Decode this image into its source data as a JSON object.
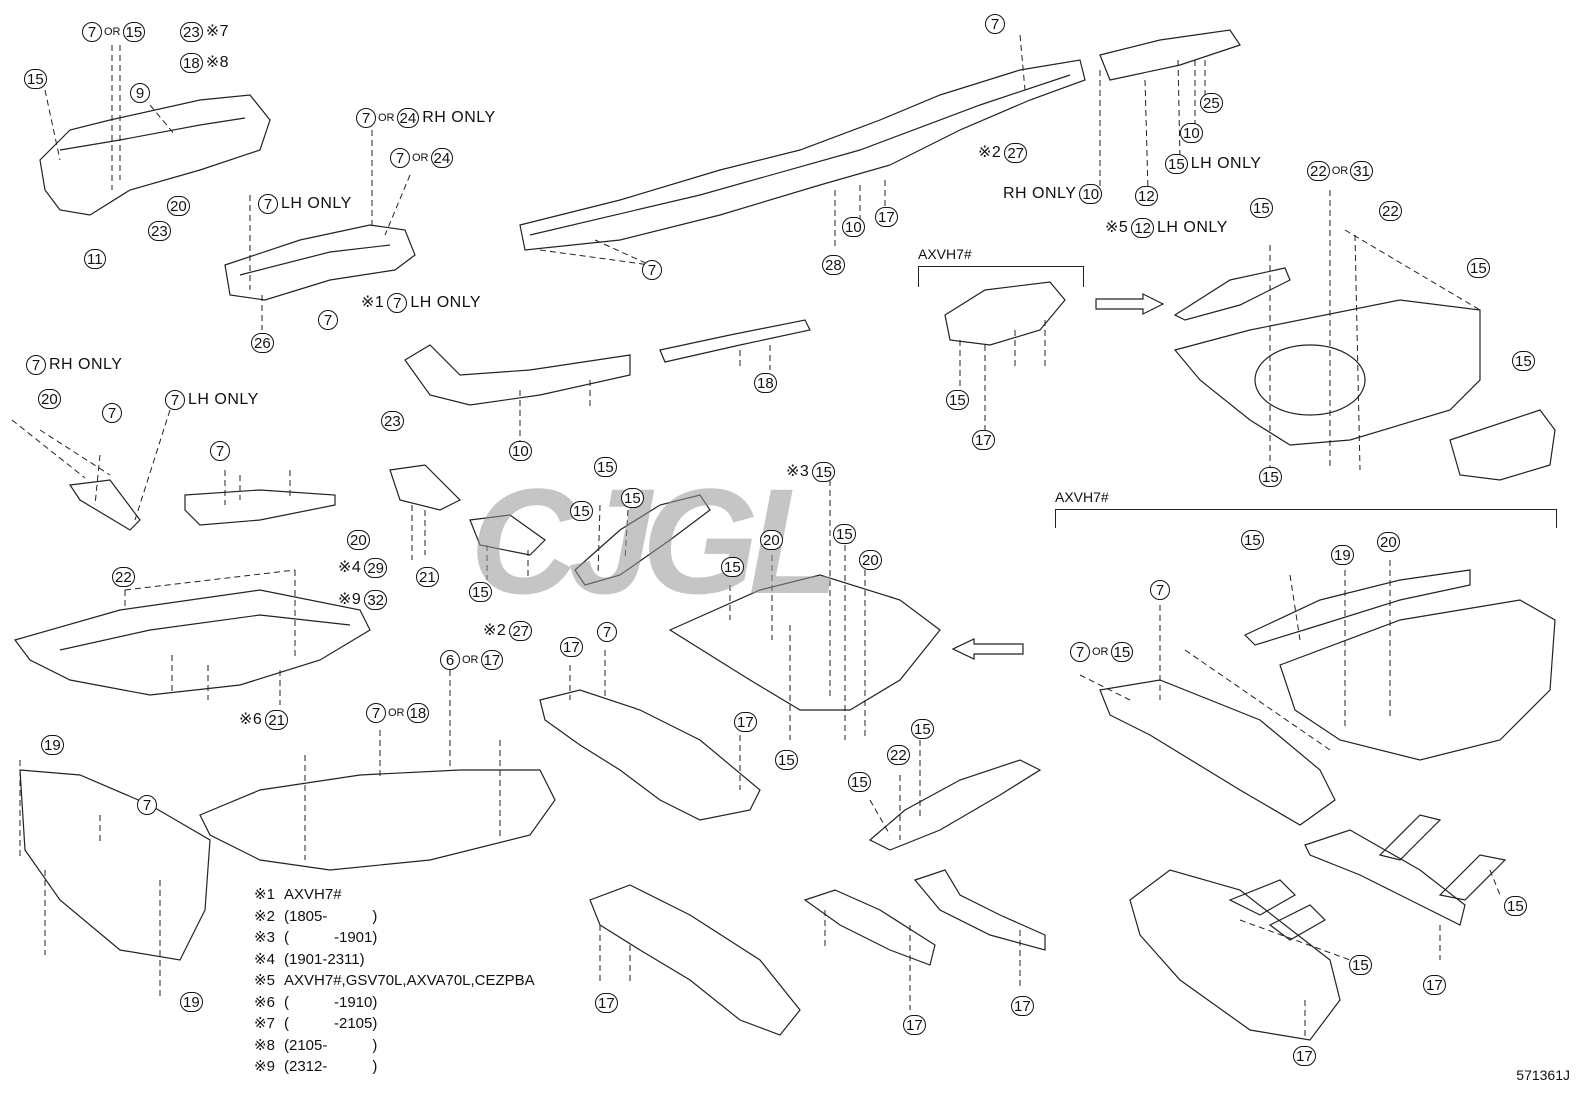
{
  "labels": {
    "or": "OR",
    "rh_only": "RH ONLY",
    "lh_only": "LH ONLY",
    "section_a": "AXVH7#",
    "section_b": "AXVH7#"
  },
  "callouts": {
    "c01": "7",
    "c02": "15",
    "c03": "23",
    "c04": "18",
    "c05": "15",
    "c06": "9",
    "c07": "20",
    "c08": "23",
    "c09": "11",
    "c10": "7",
    "c11": "24",
    "c12": "7",
    "c13": "24",
    "c14": "7",
    "c15": "7",
    "c16": "26",
    "c17": "7",
    "c18": "7",
    "c19": "27",
    "c20": "10",
    "c21": "17",
    "c22": "28",
    "c23": "7",
    "c24": "12",
    "c25": "25",
    "c26": "10",
    "c27": "15",
    "c28": "10",
    "c29": "12",
    "c30": "15",
    "c31": "17",
    "c32": "22",
    "c33": "31",
    "c34": "15",
    "c35": "22",
    "c36": "15",
    "c37": "15",
    "c38": "15",
    "c39": "7",
    "c40": "20",
    "c41": "7",
    "c42": "7",
    "c43": "7",
    "c44": "23",
    "c45": "10",
    "c46": "18",
    "c47": "20",
    "c48": "29",
    "c49": "32",
    "c50": "21",
    "c51": "15",
    "c52": "27",
    "c53": "15",
    "c54": "15",
    "c55": "15",
    "c56": "15",
    "c57": "15",
    "c58": "20",
    "c59": "15",
    "c60": "20",
    "c61": "22",
    "c62": "21",
    "c63": "7",
    "c64": "18",
    "c65": "6",
    "c66": "17",
    "c67": "17",
    "c68": "7",
    "c69": "17",
    "c70": "15",
    "c71": "19",
    "c72": "7",
    "c73": "19",
    "c74": "15",
    "c75": "22",
    "c76": "15",
    "c77": "15",
    "c78": "19",
    "c79": "20",
    "c80": "7",
    "c81": "7",
    "c82": "15",
    "c83": "17",
    "c84": "17",
    "c85": "17",
    "c86": "15",
    "c87": "17",
    "c88": "17",
    "c89": "15"
  },
  "marks": {
    "m2a": "※2",
    "m7": "※7",
    "m8": "※8",
    "m1": "※1",
    "m2b": "※2",
    "m5": "※5",
    "m3": "※3",
    "m4": "※4",
    "m9": "※9",
    "m2c": "※2",
    "m6": "※6"
  },
  "footnotes": [
    {
      "mark": "※1",
      "text": "AXVH7#"
    },
    {
      "mark": "※2",
      "text": "(1805-　　　)"
    },
    {
      "mark": "※3",
      "text": "(　　　-1901)"
    },
    {
      "mark": "※4",
      "text": "(1901-2311)"
    },
    {
      "mark": "※5",
      "text": "AXVH7#,GSV70L,AXVA70L,CEZPBA"
    },
    {
      "mark": "※6",
      "text": "(　　　-1910)"
    },
    {
      "mark": "※7",
      "text": "(　　　-2105)"
    },
    {
      "mark": "※8",
      "text": "(2105-　　　)"
    },
    {
      "mark": "※9",
      "text": "(2312-　　　)"
    }
  ],
  "ref_code": "571361J",
  "watermark_text": "CJGL",
  "colors": {
    "line": "#111111",
    "watermark": "#9a9a9a"
  }
}
